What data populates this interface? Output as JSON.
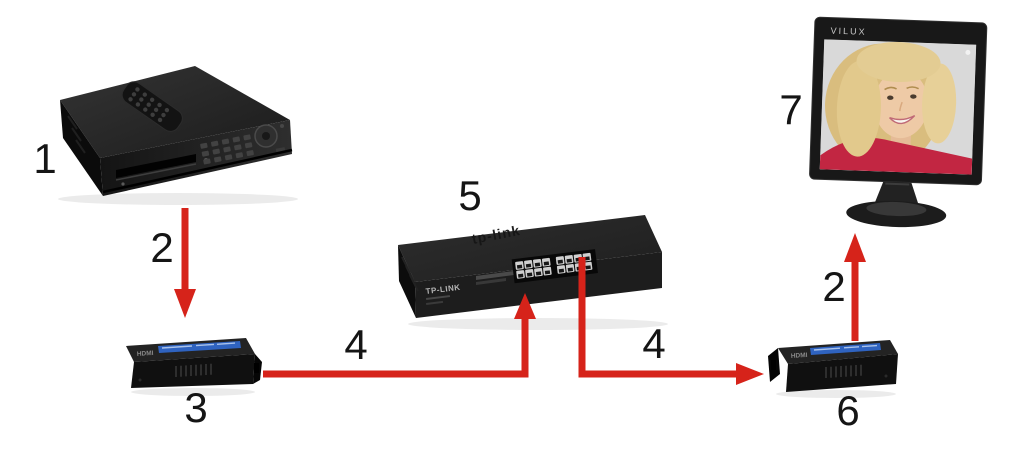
{
  "canvas": {
    "background": "#ffffff"
  },
  "colors": {
    "arrow": "#d6231a",
    "number_text": "#151515",
    "extender_label_blue": "#2f63c0",
    "blouse_red": "#c22642",
    "hair_blonde": "#e3cc93",
    "switch_brand_text": "#b5b5b5",
    "monitor_brand_text": "#c8c8c8"
  },
  "numbers": {
    "dvr": "1",
    "dvr_cable": "2",
    "transmitter": "3",
    "cable_tx_to_switch": "4",
    "switch": "5",
    "cable_switch_to_rx": "4",
    "receiver": "6",
    "monitor": "7",
    "monitor_cable": "2"
  },
  "texts": {
    "monitor_brand": "VILUX",
    "switch_brand": "TP-LINK",
    "switch_top_embossed": "tp-link",
    "transmitter_panel": "HDMI",
    "receiver_panel": "HDMI"
  },
  "switch_ports": {
    "rows": 2,
    "cols": 8,
    "group_size": 4
  }
}
